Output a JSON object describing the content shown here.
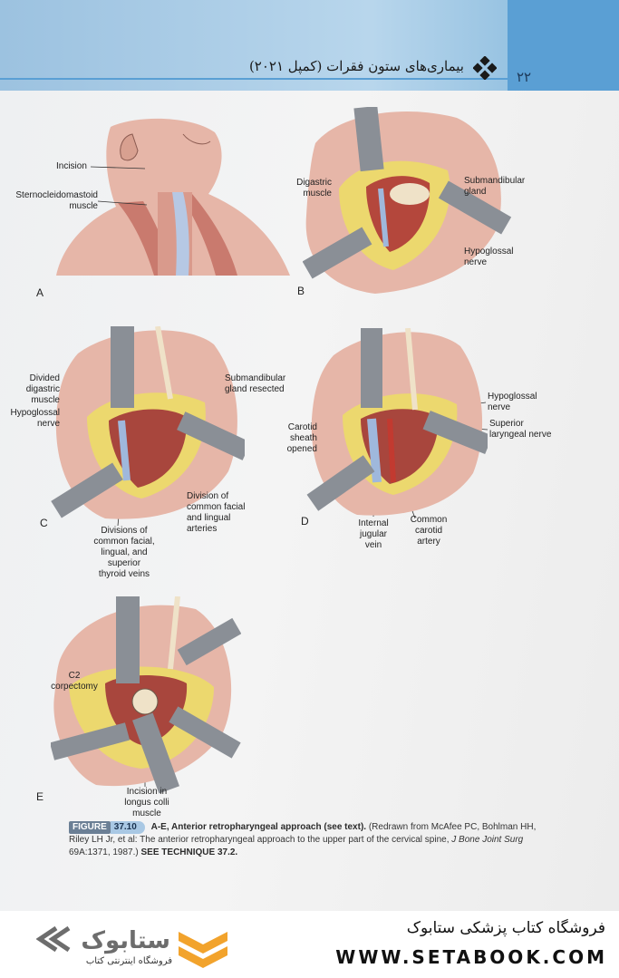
{
  "header": {
    "page_number": "۲۲",
    "title": "بیماری‌های ستون فقرات (کمپل ۲۰۲۱)"
  },
  "panels": {
    "a": {
      "letter": "A",
      "labels": {
        "incision": "Incision",
        "scm": "Sternocleidomastoid\nmuscle"
      }
    },
    "b": {
      "letter": "B",
      "labels": {
        "digastric": "Digastric\nmuscle",
        "submandibular": "Submandibular\ngland",
        "hypoglossal": "Hypoglossal\nnerve"
      }
    },
    "c": {
      "letter": "C",
      "labels": {
        "divided_digastric": "Divided\ndigastric\nmuscle",
        "hypoglossal": "Hypoglossal\nnerve",
        "submandibular_resected": "Submandibular\ngland resected",
        "division_arteries": "Division of\ncommon facial\nand lingual\narteries",
        "divisions_veins": "Divisions of\ncommon facial,\nlingual, and\nsuperior\nthyroid veins"
      }
    },
    "d": {
      "letter": "D",
      "labels": {
        "hypoglossal": "Hypoglossal\nnerve",
        "superior_laryngeal": "Superior\nlaryngeal nerve",
        "carotid_sheath": "Carotid\nsheath\nopened",
        "ijv": "Internal\njugular\nvein",
        "cca": "Common\ncarotid\nartery"
      }
    },
    "e": {
      "letter": "E",
      "labels": {
        "c2": "C2\ncorpectomy",
        "longus": "Incision in\nlongus colli\nmuscle"
      }
    }
  },
  "caption": {
    "badge": "FIGURE",
    "number": "37.10",
    "title": "A-E, Anterior retropharyngeal approach (see text).",
    "credit_a": "(Redrawn from McAfee PC, Bohlman HH, Riley LH Jr, et al: The anterior retropharyngeal approach to the upper part of the cervical spine,",
    "journal": "J Bone Joint Surg",
    "credit_b": "69A:1371, 1987.)",
    "see": "SEE TECHNIQUE 37.2."
  },
  "footer": {
    "store_name": "فروشگاه کتاب پزشکی ستابوک",
    "url": "WWW.SETABOOK.COM",
    "logo_text": "ستابوک",
    "logo_sub": "فروشگاه اینترنتی کتاب"
  },
  "colors": {
    "accent_blue": "#5a9fd4",
    "tissue": "#c98a7e",
    "muscle": "#a8463d",
    "fat": "#e7d36a",
    "vein": "#9fb8dc",
    "retractor": "#8a8f96",
    "logo_orange": "#f2a32c",
    "logo_gray": "#6d6d6d"
  }
}
